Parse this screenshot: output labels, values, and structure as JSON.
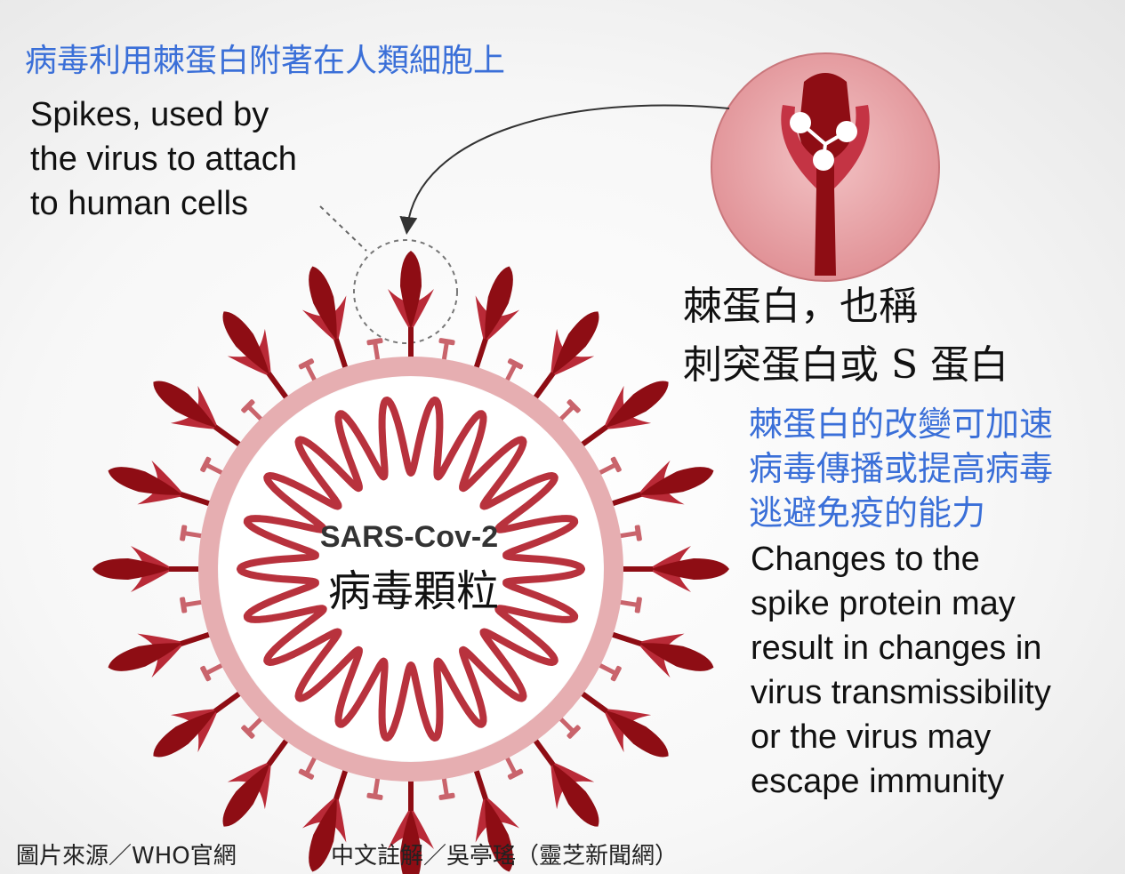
{
  "annotations": {
    "attach_zh": "病毒利用棘蛋白附著在人類細胞上",
    "attach_en": [
      "Spikes, used by",
      "the virus to attach",
      "to human cells"
    ],
    "spike_name_zh": [
      "棘蛋白，也稱",
      "刺突蛋白或 S 蛋白"
    ],
    "change_zh": [
      "棘蛋白的改變可加速",
      "病毒傳播或提高病毒",
      "逃避免疫的能力"
    ],
    "change_en": [
      "Changes to the",
      "spike protein may",
      "result in changes in",
      "virus transmissibility",
      "or the virus may",
      "escape immunity"
    ]
  },
  "virus": {
    "name_en": "SARS-Cov-2",
    "name_zh": "病毒顆粒",
    "spike_count": 20,
    "short_protein_count": 20,
    "rna_wave_count": 22
  },
  "credits": {
    "image_source": "圖片來源／WHO官網",
    "annotation": "中文註解／吳亭瑤（靈芝新聞網）"
  },
  "colors": {
    "spike_dark": "#8e0d14",
    "spike_mid": "#b92a37",
    "membrane": "#e6aeb1",
    "rna": "#b8323d",
    "zoom_fill": "#e59a9e",
    "text_blue": "#3a6fd8"
  }
}
